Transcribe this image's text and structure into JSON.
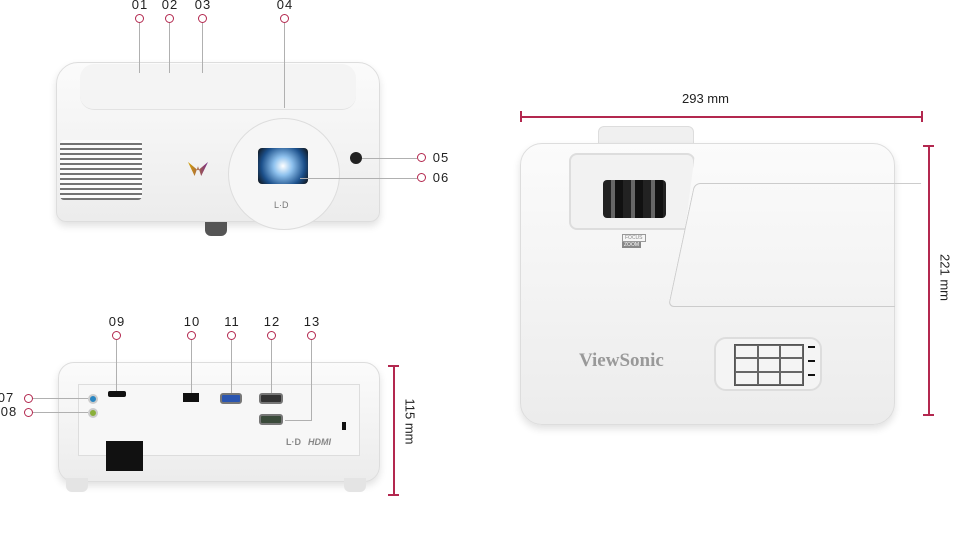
{
  "front_view": {
    "callouts": [
      "01",
      "02",
      "03",
      "04",
      "05",
      "06"
    ],
    "lens_logo": "L·D"
  },
  "rear_view": {
    "callouts": [
      "07",
      "08",
      "09",
      "10",
      "11",
      "12",
      "13"
    ],
    "height_dimension": "115 mm",
    "logos": [
      "L·D",
      "HDMI"
    ]
  },
  "top_view": {
    "width_dimension": "293 mm",
    "depth_dimension": "221 mm",
    "brand": "ViewSonic",
    "focus_label": "FOCUS",
    "zoom_label": "ZOOM"
  },
  "colors": {
    "accent": "#b3284f"
  }
}
